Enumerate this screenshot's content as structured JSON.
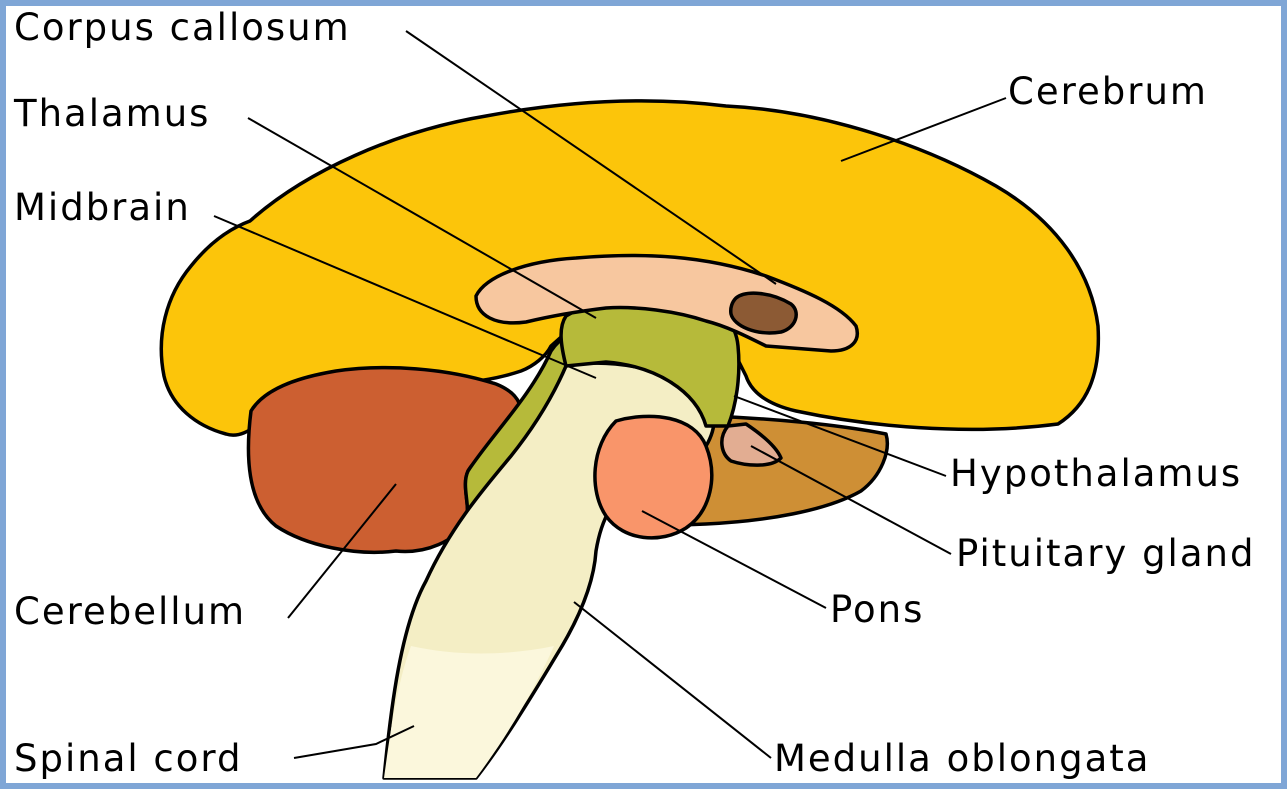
{
  "diagram": {
    "labels": {
      "corpus_callosum": "Corpus callosum",
      "thalamus": "Thalamus",
      "midbrain": "Midbrain",
      "cerebellum": "Cerebellum",
      "spinal_cord": "Spinal cord",
      "cerebrum": "Cerebrum",
      "hypothalamus": "Hypothalamus",
      "pituitary_gland": "Pituitary gland",
      "pons": "Pons",
      "medulla_oblongata": "Medulla oblongata"
    },
    "colors": {
      "frame": "#7fa6d6",
      "cerebrum": "#fcc50a",
      "cerebellum": "#cc5f31",
      "corpus_callosum": "#f7c79f",
      "thalamus": "#b6ba3a",
      "midbrain": "#f5c79f",
      "pons": "#f9956a",
      "hypothalamus": "#e2ad92",
      "pituitary_gland": "#ce8f35",
      "medulla_oblongata": "#f4eec5",
      "spinal_cord": "#fbf7dc",
      "ventricle": "#8c5a34"
    }
  }
}
